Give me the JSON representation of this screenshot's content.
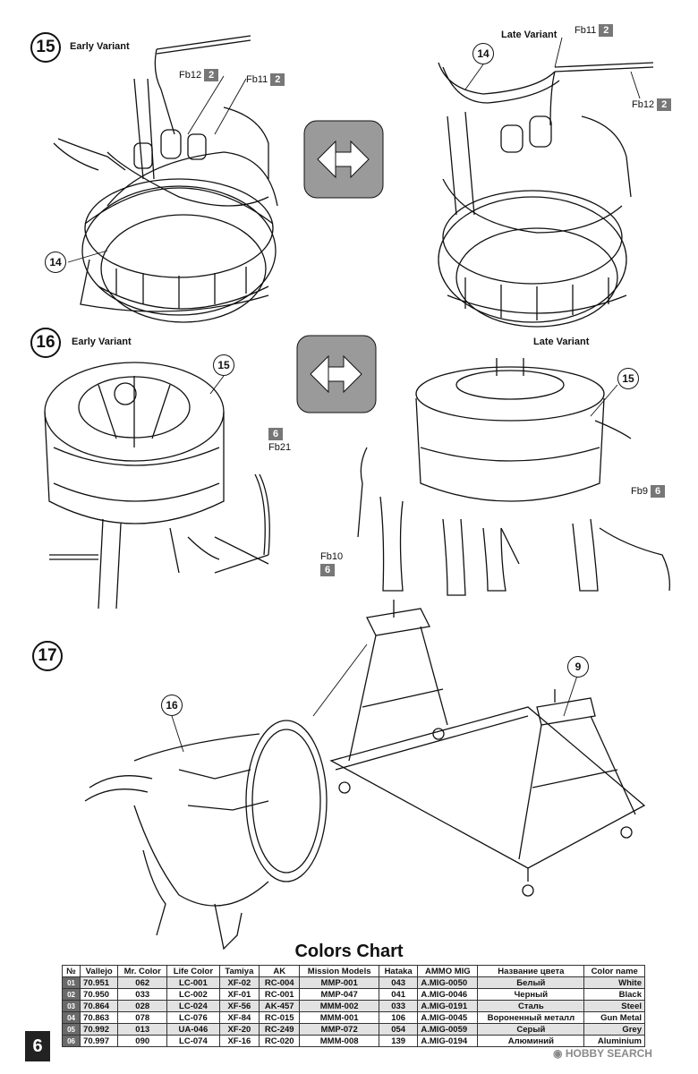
{
  "steps": [
    {
      "number": "15",
      "variants": [
        "Early Variant",
        "Late Variant"
      ]
    },
    {
      "number": "16",
      "variants": [
        "Early Variant",
        "Late Variant"
      ]
    },
    {
      "number": "17"
    }
  ],
  "callouts": {
    "c14_a": "14",
    "c14_b": "14",
    "c15_a": "15",
    "c15_b": "15",
    "c16": "16",
    "c9": "9"
  },
  "part_labels": {
    "fb12_a": {
      "code": "Fb12",
      "qty": "2"
    },
    "fb11_a": {
      "code": "Fb11",
      "qty": "2"
    },
    "fb11_b": {
      "code": "Fb11",
      "qty": "2"
    },
    "fb12_b": {
      "code": "Fb12",
      "qty": "2"
    },
    "fb21": {
      "code": "Fb21",
      "qty": "6"
    },
    "fb10": {
      "code": "Fb10",
      "qty": "6"
    },
    "fb9": {
      "code": "Fb9",
      "qty": "6"
    }
  },
  "colors_chart": {
    "title": "Colors Chart",
    "headers": [
      "№",
      "Vallejo",
      "Mr. Color",
      "Life Color",
      "Tamiya",
      "AK",
      "Mission Models",
      "Hataka",
      "AMMO MIG",
      "Название цвета",
      "Color name"
    ],
    "rows": [
      [
        "01",
        "70.951",
        "062",
        "LC-001",
        "XF-02",
        "RC-004",
        "MMP-001",
        "043",
        "A.MIG-0050",
        "Белый",
        "White"
      ],
      [
        "02",
        "70.950",
        "033",
        "LC-002",
        "XF-01",
        "RC-001",
        "MMP-047",
        "041",
        "A.MIG-0046",
        "Черный",
        "Black"
      ],
      [
        "03",
        "70.864",
        "028",
        "LC-024",
        "XF-56",
        "AK-457",
        "MMM-002",
        "033",
        "A.MIG-0191",
        "Сталь",
        "Steel"
      ],
      [
        "04",
        "70.863",
        "078",
        "LC-076",
        "XF-84",
        "RC-015",
        "MMM-001",
        "106",
        "A.MIG-0045",
        "Вороненный металл",
        "Gun Metal"
      ],
      [
        "05",
        "70.992",
        "013",
        "UA-046",
        "XF-20",
        "RC-249",
        "MMP-072",
        "054",
        "A.MIG-0059",
        "Серый",
        "Grey"
      ],
      [
        "06",
        "70.997",
        "090",
        "LC-074",
        "XF-16",
        "RC-020",
        "MMM-008",
        "139",
        "A.MIG-0194",
        "Алюминий",
        "Aluminium"
      ]
    ]
  },
  "page_number": "6",
  "watermark": "HOBBY SEARCH",
  "colors": {
    "badge": "#777777",
    "ink": "#111111",
    "table_stripe": "#e2e2e2"
  }
}
